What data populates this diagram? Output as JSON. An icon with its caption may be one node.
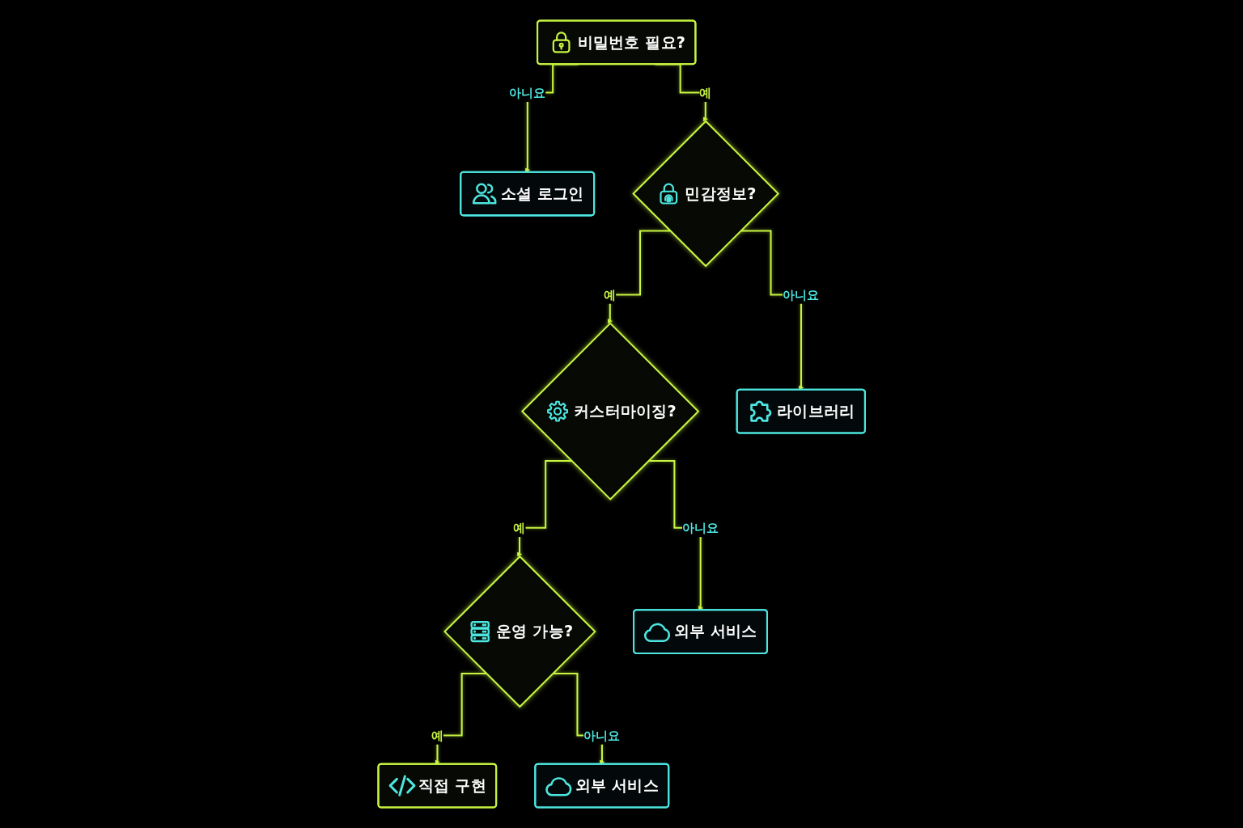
{
  "diagram": {
    "nodes": [
      {
        "text": [
          "비밀번호 필요?"
        ]
      },
      {
        "text": [
          "소셜 로그인"
        ]
      },
      {
        "text": [
          "민감정보?"
        ]
      },
      {
        "text": [
          "라이브러리"
        ]
      },
      {
        "text": [
          "커스터마이징?"
        ]
      },
      {
        "text": [
          "외부 서비스"
        ]
      },
      {
        "text": [
          "운영 가능?"
        ]
      },
      {
        "text": [
          "직접 구현"
        ]
      },
      {
        "text": [
          "외부 서비스"
        ]
      }
    ],
    "edges": [
      {
        "from": 0,
        "to": 1,
        "arrow": "to",
        "label": "아니요"
      },
      {
        "from": 0,
        "to": 2,
        "arrow": "to",
        "label": "예"
      },
      {
        "from": 2,
        "to": 3,
        "arrow": "to",
        "label": "아니요"
      },
      {
        "from": 2,
        "to": 4,
        "arrow": "to",
        "label": "예"
      },
      {
        "from": 4,
        "to": 5,
        "arrow": "to",
        "label": "아니요"
      },
      {
        "from": 4,
        "to": 6,
        "arrow": "to",
        "label": "예"
      },
      {
        "from": 6,
        "to": 7,
        "arrow": "to",
        "label": "예"
      },
      {
        "from": 6,
        "to": 8,
        "arrow": "to",
        "label": "아니요"
      }
    ]
  }
}
